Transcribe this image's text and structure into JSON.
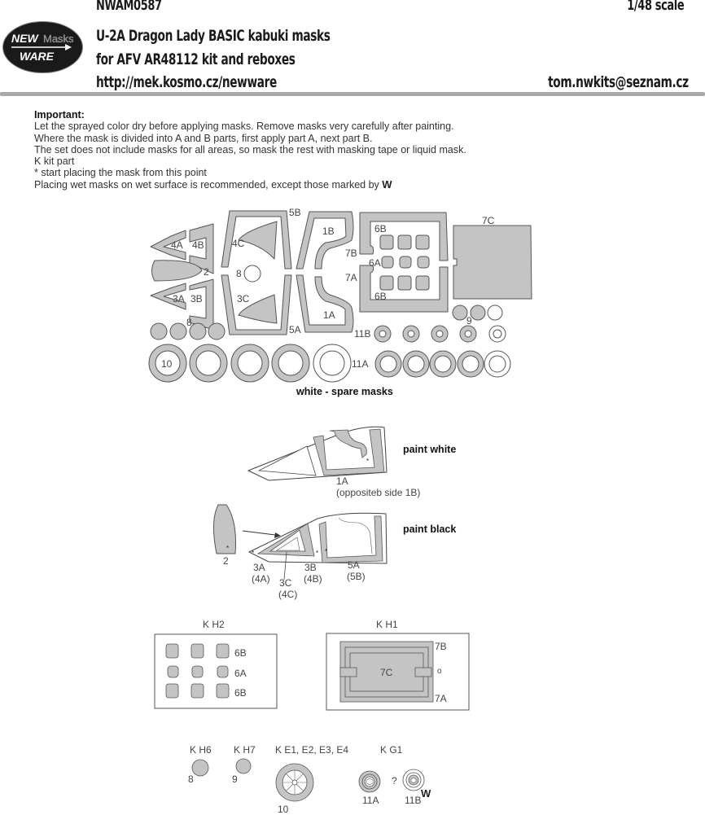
{
  "header": {
    "product_code": "NWAM0587",
    "scale": "1/48 scale",
    "title": "U-2A Dragon Lady BASIC kabuki masks",
    "subtitle": "for AFV AR48112 kit and reboxes",
    "url": "http://mek.kosmo.cz/newware",
    "email": "tom.nwkits@seznam.cz",
    "logo": {
      "line1": "NEW",
      "line1b": "Masks",
      "line2": "WARE",
      "bg": "#1a1a1a"
    }
  },
  "notes": {
    "heading": "Important:",
    "lines": [
      "Let the sprayed color dry before applying masks. Remove masks very carefully after painting.",
      "Where the mask is divided into A and B parts, first apply part A, next part B.",
      "The set does not include masks for all areas, so mask the rest with masking tape or liquid mask.",
      "K kit part",
      "*  start placing the mask from this point",
      "Placing wet masks on wet surface is recommended, except those marked by"
    ],
    "wet_marker": "W"
  },
  "colors": {
    "mask_fill": "#c4c4c4",
    "mask_stroke": "#555555",
    "line": "#444444",
    "text": "#333333"
  },
  "mask_sheet": {
    "labels": {
      "4A": "4A",
      "4B": "4B",
      "2": "2",
      "3A": "3A",
      "3B": "3B",
      "8": "8",
      "4C": "4C",
      "3C": "3C",
      "8_center": "8",
      "5B": "5B",
      "5A": "5A",
      "1B": "1B",
      "1A": "1A",
      "6B_top": "6B",
      "6A": "6A",
      "6B_bottom": "6B",
      "7B": "7B",
      "7A": "7A",
      "7C": "7C",
      "9": "9",
      "11B": "11B",
      "11A": "11A",
      "10": "10"
    },
    "spare_note": "white - spare masks"
  },
  "diagrams": {
    "canopy_white": {
      "paint": "paint white",
      "label": "1A",
      "sub": "(oppositeb side 1B)"
    },
    "canopy_black": {
      "paint": "paint black",
      "labels": [
        {
          "id": "2",
          "text": "2"
        },
        {
          "id": "3A",
          "text": "3A",
          "sub": "(4A)"
        },
        {
          "id": "3C",
          "text": "3C",
          "sub": "(4C)"
        },
        {
          "id": "3B",
          "text": "3B",
          "sub": "(4B)"
        },
        {
          "id": "5A",
          "text": "5A",
          "sub": "(5B)"
        }
      ]
    },
    "kit_h2": {
      "title": "K H2",
      "rows": [
        "6B",
        "6A",
        "6B"
      ]
    },
    "kit_h1": {
      "title": "K H1",
      "center": "7C",
      "top": "7B",
      "bottom": "7A",
      "mark": "o"
    },
    "wheels": [
      {
        "title": "K H6",
        "label": "8"
      },
      {
        "title": "K H7",
        "label": "9"
      },
      {
        "title": "K E1, E2, E3, E4",
        "label": "10"
      },
      {
        "title": "K G1",
        "label_a": "11A",
        "question": "?",
        "label_b": "11B",
        "wet": "W"
      }
    ]
  }
}
